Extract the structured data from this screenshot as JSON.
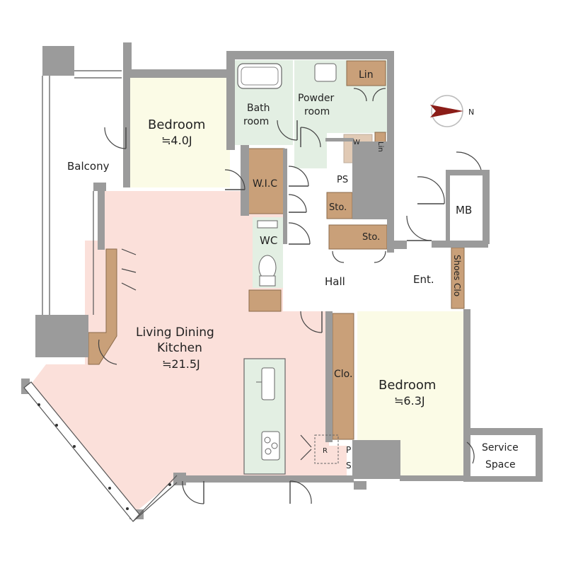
{
  "colors": {
    "ldk": "#fbe0da",
    "bedroom": "#fbfbe6",
    "wet": "#e3efe3",
    "storage": "#c9a079",
    "wall": "#9b9b9b",
    "floor_white": "#ffffff",
    "compass": "#8b1d18"
  },
  "rooms": {
    "balcony": "Balcony",
    "bedroom1": "Bedroom",
    "bedroom1_size": "≒4.0J",
    "bath": "Bath room",
    "powder": "Powder room",
    "lin": "Lin",
    "lin_small": "Lin",
    "washer": "W",
    "wic": "W.I.C",
    "ps_upper": "PS",
    "sto_upper": "Sto.",
    "sto_lower": "Sto.",
    "wc": "WC",
    "hall": "Hall",
    "entrance": "Ent.",
    "mb": "MB",
    "shoes": "Shoes Clo",
    "ldk_line1": "Living Dining",
    "ldk_line2": "Kitchen",
    "ldk_size": "≒21.5J",
    "closet": "Clo.",
    "bedroom2": "Bedroom",
    "bedroom2_size": "≒6.3J",
    "fridge": "R",
    "ps_lower": "PS",
    "service": "Service Space"
  },
  "compass": {
    "icon": "north-arrow-icon",
    "label": "N"
  }
}
